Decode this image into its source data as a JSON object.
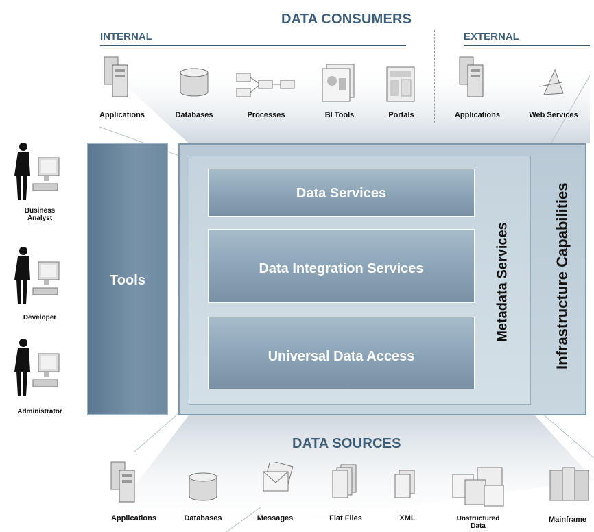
{
  "consumers": {
    "title": "DATA CONSUMERS",
    "internal_label": "INTERNAL",
    "external_label": "EXTERNAL",
    "items": [
      {
        "label": "Applications",
        "icon": "server-icon"
      },
      {
        "label": "Databases",
        "icon": "database-icon"
      },
      {
        "label": "Processes",
        "icon": "process-flow-icon"
      },
      {
        "label": "BI Tools",
        "icon": "bi-tools-icon"
      },
      {
        "label": "Portals",
        "icon": "portal-icon"
      },
      {
        "label": "Applications",
        "icon": "server-icon"
      },
      {
        "label": "Web Services",
        "icon": "web-services-icon"
      }
    ]
  },
  "users": [
    {
      "label_line1": "Business",
      "label_line2": "Analyst",
      "icon": "person-computer-icon"
    },
    {
      "label_line1": "Developer",
      "label_line2": "",
      "icon": "person-computer-icon"
    },
    {
      "label_line1": "Administrator",
      "label_line2": "",
      "icon": "person-computer-icon"
    }
  ],
  "tools": {
    "label": "Tools"
  },
  "services": {
    "data_services": "Data Services",
    "data_integration": "Data Integration Services",
    "universal_access": "Universal Data Access",
    "metadata": "Metadata Services",
    "infrastructure": "Infrastructure Capabilities"
  },
  "sources": {
    "title": "DATA SOURCES",
    "items": [
      {
        "label": "Applications",
        "icon": "server-icon"
      },
      {
        "label": "Databases",
        "icon": "database-icon"
      },
      {
        "label": "Messages",
        "icon": "envelope-icon"
      },
      {
        "label": "Flat Files",
        "icon": "flat-files-icon"
      },
      {
        "label": "XML",
        "icon": "xml-file-icon"
      },
      {
        "label": "Unstructured",
        "label_line2": "Data",
        "icon": "documents-icon"
      },
      {
        "label": "Mainframe",
        "icon": "mainframe-icon"
      }
    ]
  },
  "colors": {
    "accent": "#3d5e78",
    "panel": "#c8d6df",
    "box": "#8aa3b6",
    "tools": "#6a879f"
  }
}
